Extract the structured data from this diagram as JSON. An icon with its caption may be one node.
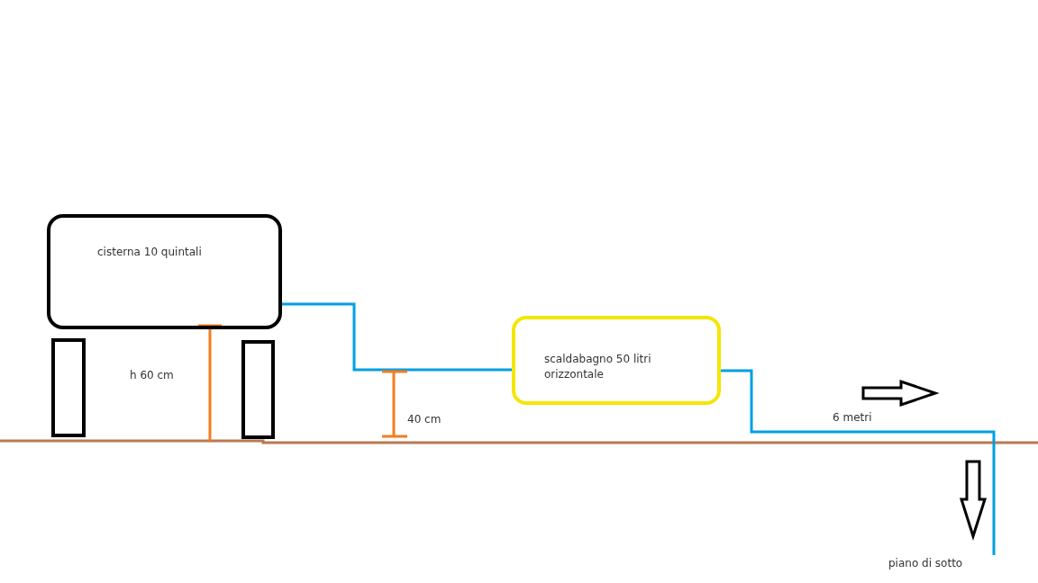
{
  "diagram": {
    "nodes": [
      {
        "text": [
          "cisterna 10 quintali"
        ]
      },
      {
        "text": [],
        "shape": "box"
      },
      {
        "text": [],
        "shape": "box"
      },
      {
        "text": [
          "scaldabagno 50 litri orizzontale"
        ]
      }
    ],
    "edges": [
      {
        "from": 0,
        "to": 3,
        "arrow": "none"
      },
      {
        "from": 3,
        "to": null,
        "arrow": "none"
      }
    ],
    "labels": [
      "h 60 cm",
      "40 cm",
      "6 metri",
      "piano di sotto"
    ]
  }
}
